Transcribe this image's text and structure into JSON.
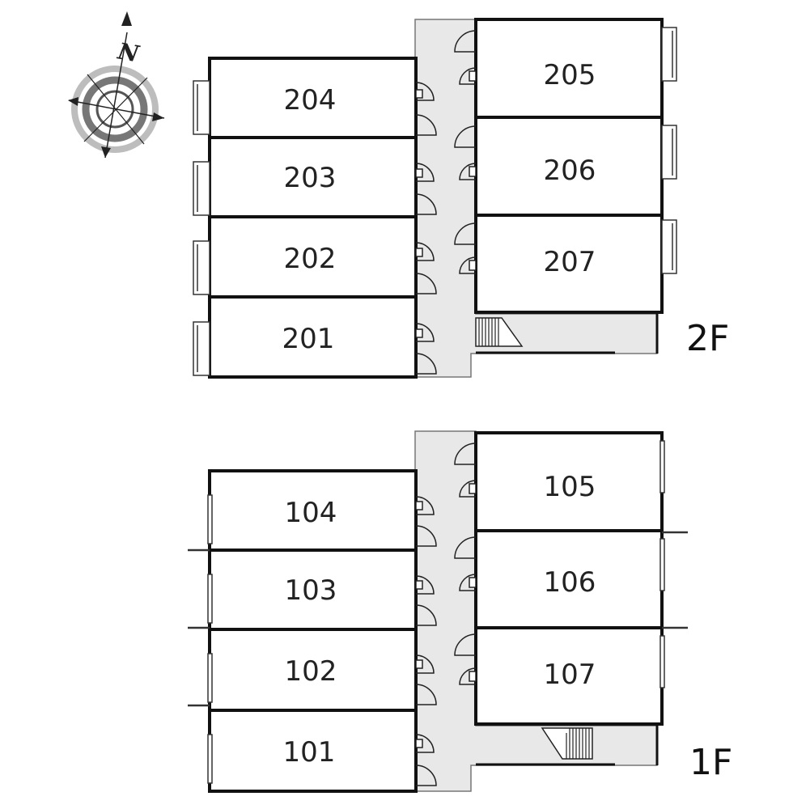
{
  "compass": {
    "north_label": "N"
  },
  "floors": [
    {
      "label": "2F",
      "rooms_west": [
        "204",
        "203",
        "202",
        "201"
      ],
      "rooms_east": [
        "205",
        "206",
        "207"
      ]
    },
    {
      "label": "1F",
      "rooms_west": [
        "104",
        "103",
        "102",
        "101"
      ],
      "rooms_east": [
        "105",
        "106",
        "107"
      ]
    }
  ],
  "colors": {
    "wall": "#111111",
    "corridor": "#e8e8e8",
    "compass_ring": "#777777"
  }
}
